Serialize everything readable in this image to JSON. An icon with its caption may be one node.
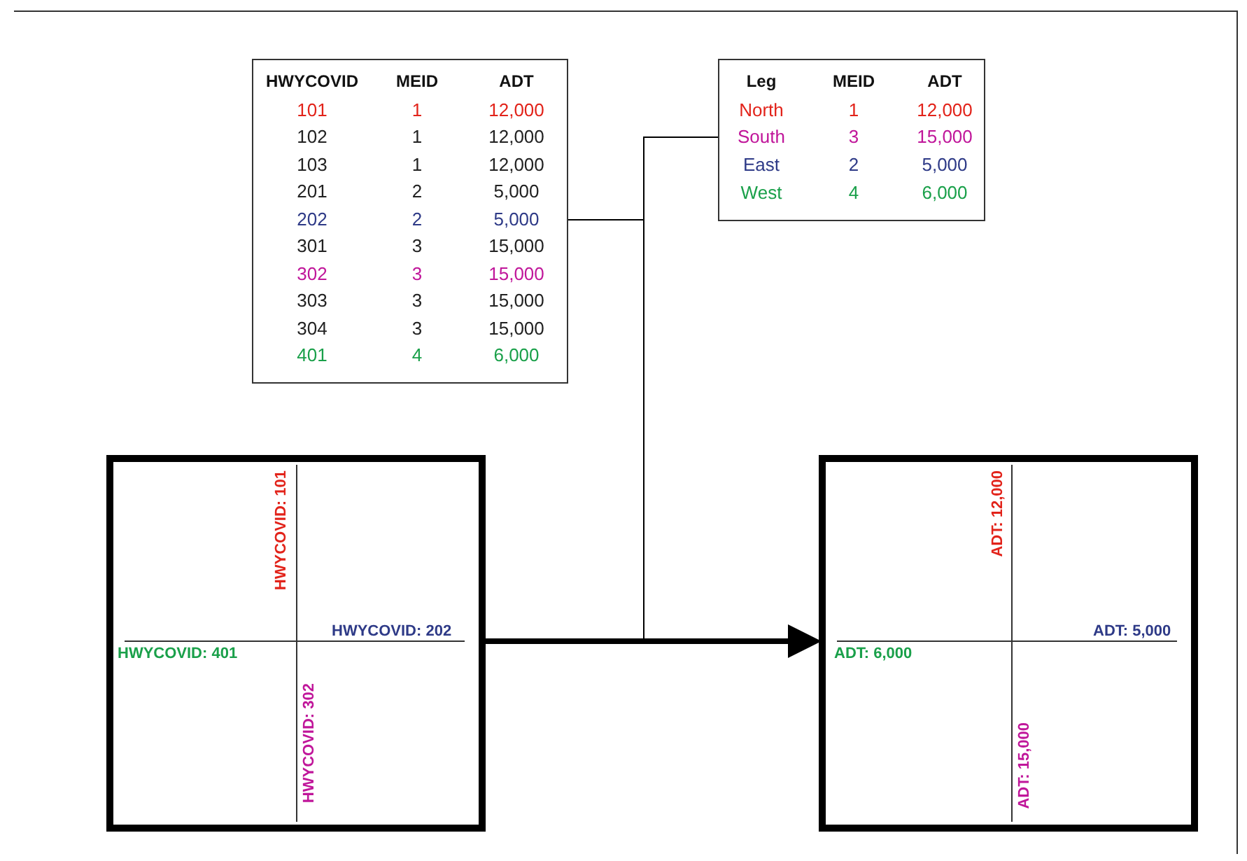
{
  "diagram": {
    "nodes": [
      {
        "text": [
          "HWYCOVID",
          "MEID",
          "ADT",
          "101",
          "1",
          "12,000",
          "102",
          "1",
          "12,000",
          "103",
          "1",
          "12,000",
          "201",
          "2",
          "5,000",
          "202",
          "2",
          "5,000",
          "301",
          "3",
          "15,000",
          "302",
          "3",
          "15,000",
          "303",
          "3",
          "15,000",
          "304",
          "3",
          "15,000",
          "401",
          "4",
          "6,000"
        ]
      },
      {
        "text": [
          "Leg",
          "MEID",
          "ADT",
          "North",
          "1",
          "12,000",
          "South",
          "3",
          "15,000",
          "East",
          "2",
          "5,000",
          "West",
          "4",
          "6,000"
        ]
      },
      {
        "text": [
          "HWYCOVID: 101",
          "HWYCOVID: 202",
          "HWYCOVID: 401",
          "HWYCOVID: 302"
        ]
      },
      {
        "text": [
          "ADT: 12,000",
          "ADT: 5,000",
          "ADT: 6,000",
          "ADT: 15,000"
        ]
      }
    ],
    "edges": [
      {
        "from": 0,
        "to": 3,
        "arrow": "to"
      },
      {
        "from": 1,
        "to": 3,
        "arrow": "to"
      },
      {
        "from": 2,
        "to": 3,
        "arrow": "to",
        "style": "thick"
      }
    ]
  }
}
